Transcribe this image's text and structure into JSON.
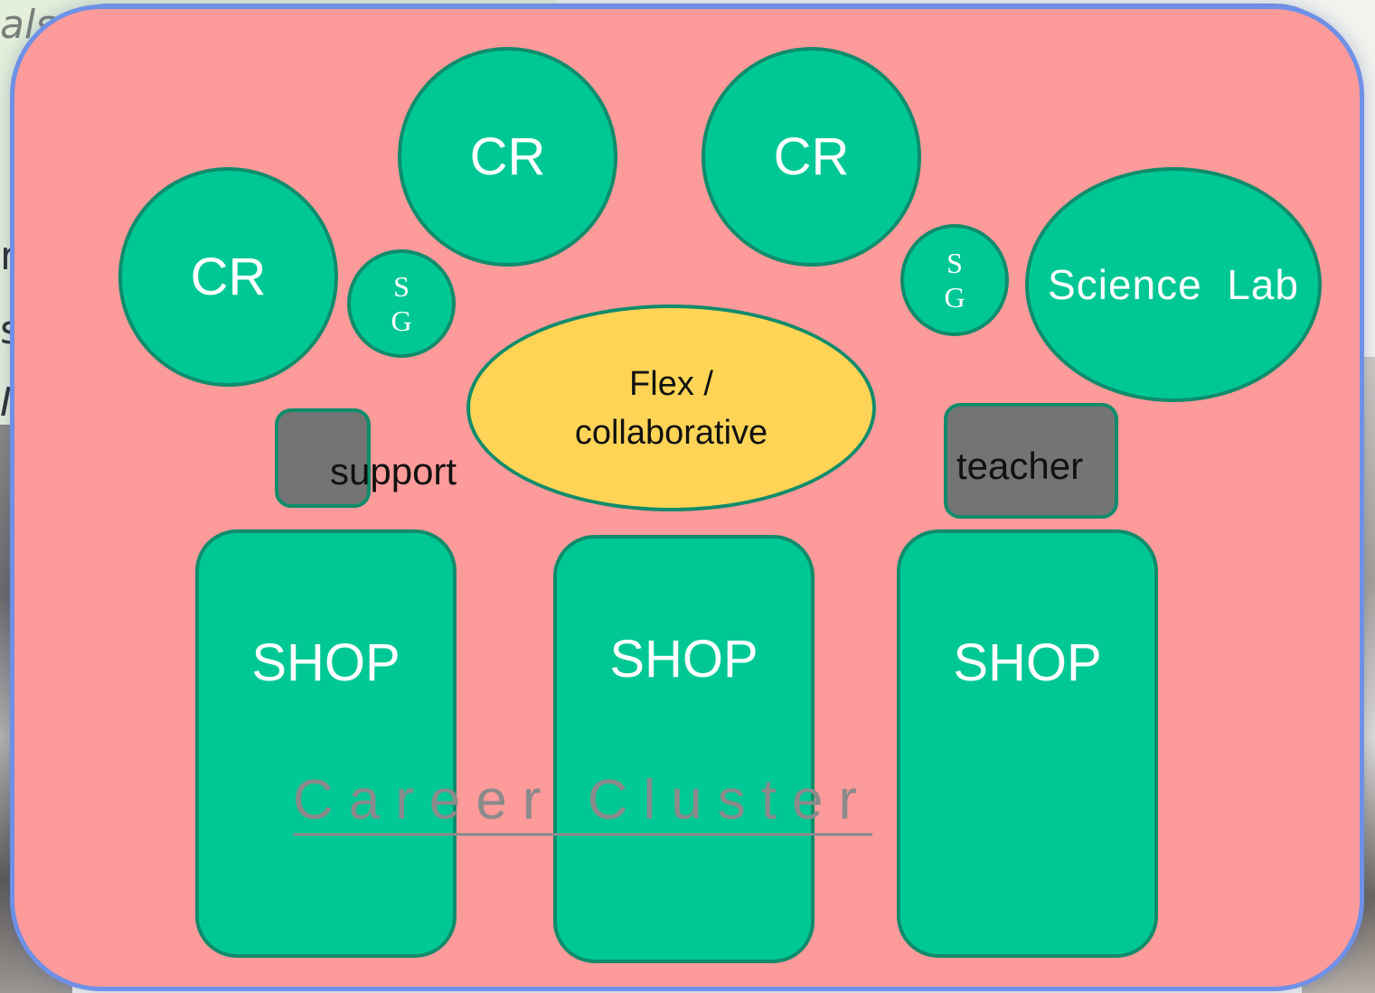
{
  "background": {
    "italic_fragment": "als",
    "line_fragments": [
      "r",
      "s",
      "M"
    ]
  },
  "rooms": {
    "cr_left": "CR",
    "cr_top_left": "CR",
    "cr_top_right": "CR",
    "sg_left": {
      "line1": "S",
      "line2": "G"
    },
    "sg_right": {
      "line1": "S",
      "line2": "G"
    },
    "science_lab": "Science  Lab",
    "flex": {
      "line1": "Flex /",
      "line2": "collaborative"
    },
    "support": "support",
    "teacher": "teacher",
    "shops": [
      "SHOP",
      "SHOP",
      "SHOP"
    ]
  },
  "cluster_title": "Career Cluster",
  "colors": {
    "board": "#fd9a9a",
    "room": "#00c895",
    "flex": "#fed456",
    "staff": "#747474",
    "frame": "#6e90e6"
  }
}
